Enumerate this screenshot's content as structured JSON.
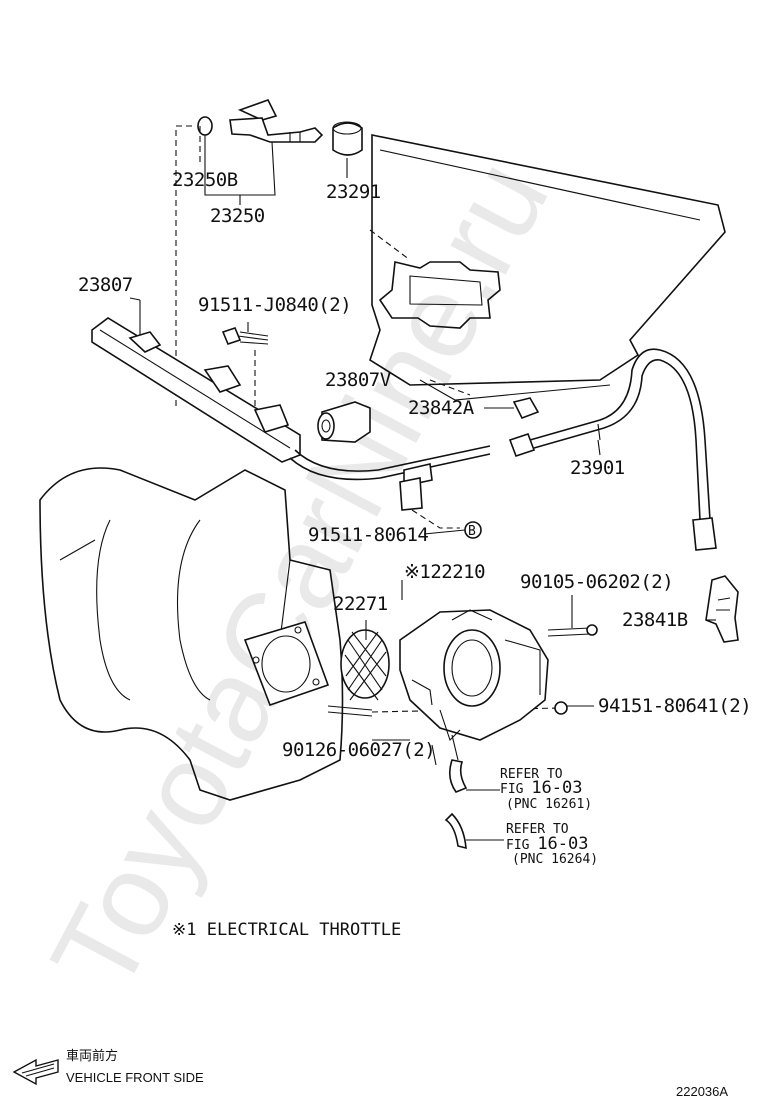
{
  "watermark": "ToyotaCarNine.ru",
  "parts": {
    "p23250b": "23250B",
    "p23250": "23250",
    "p23291": "23291",
    "p23807": "23807",
    "p91511_j0840": "91511-J0840(2)",
    "p23807v": "23807V",
    "p23842a": "23842A",
    "p23901": "23901",
    "p91511_80614": "91511-80614",
    "p122210": "※122210",
    "p90105": "90105-06202(2)",
    "p22271": "22271",
    "p23841b": "23841B",
    "p94151": "94151-80641(2)",
    "p90126": "90126-06027(2)"
  },
  "callout_b": "B",
  "refs": [
    {
      "line1": "REFER TO",
      "line2_prefix": "FIG ",
      "line2_num": "16-03",
      "line3": "(PNC 16261)"
    },
    {
      "line1": "REFER TO",
      "line2_prefix": "FIG ",
      "line2_num": "16-03",
      "line3": "(PNC 16264)"
    }
  ],
  "note": "※1 ELECTRICAL THROTTLE",
  "direction": {
    "jp": "車両前方",
    "en": "VEHICLE FRONT SIDE",
    "icon": "arrow-left-icon"
  },
  "diagram_id": "222036A"
}
